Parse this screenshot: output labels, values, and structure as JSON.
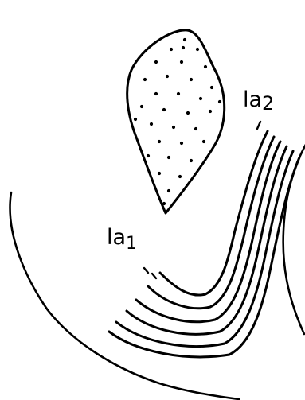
{
  "labels": {
    "la2": {
      "base": "la",
      "sub": "2"
    },
    "la1": {
      "base": "la",
      "sub": "1"
    }
  },
  "colors": {
    "ink": "#000000",
    "background": "#ffffff"
  }
}
